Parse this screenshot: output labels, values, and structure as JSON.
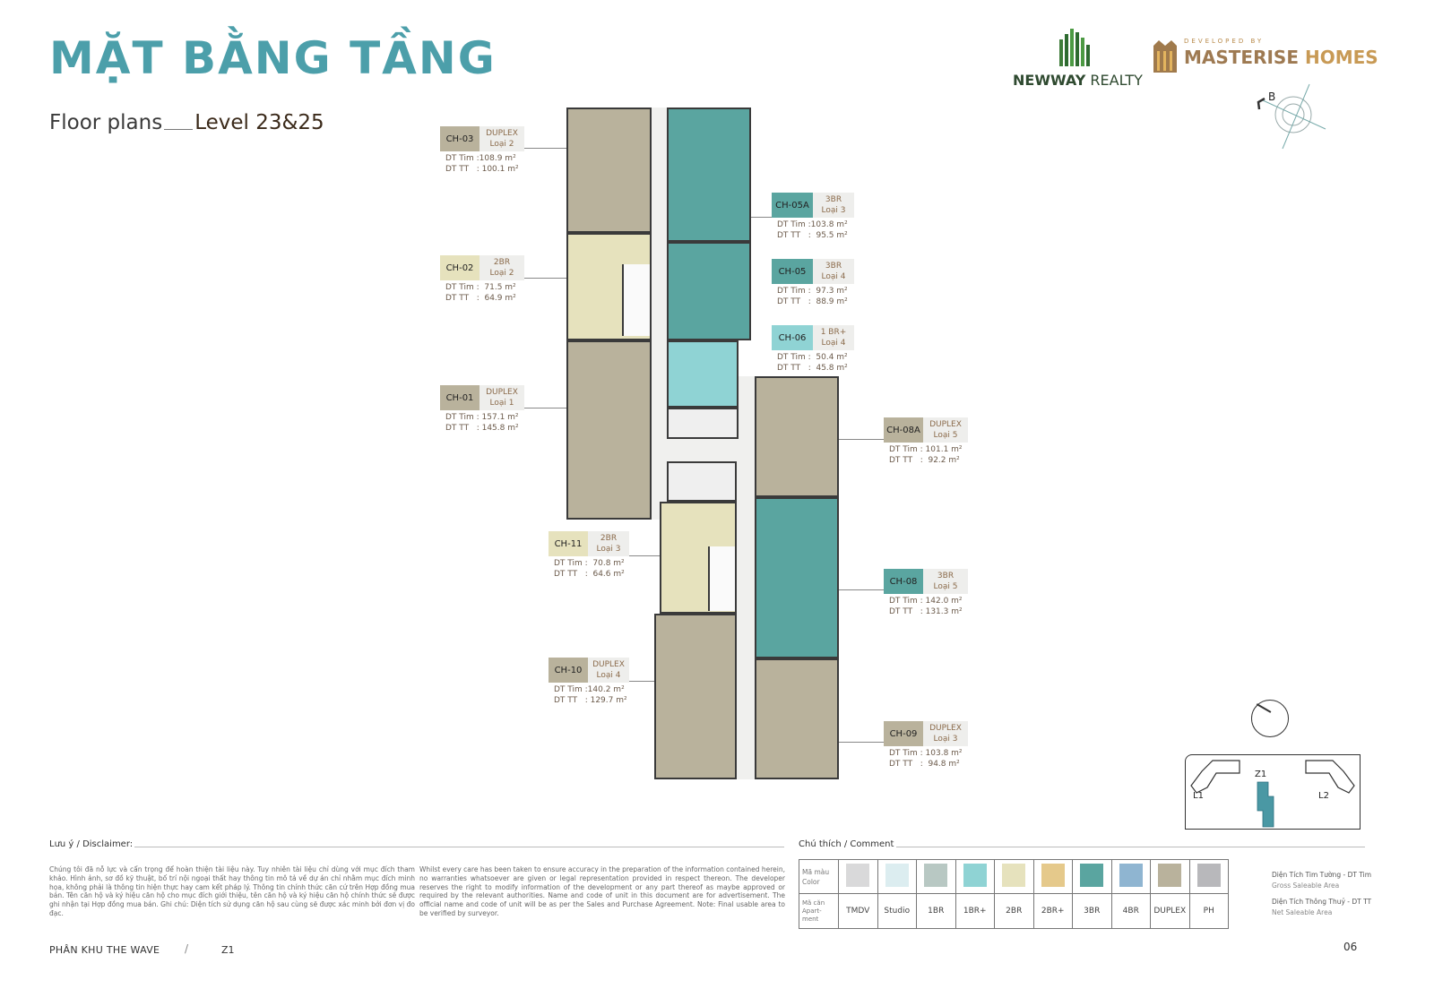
{
  "header": {
    "title": "MẶT BẰNG TẦNG",
    "subtitle_label": "Floor plans",
    "level": "Level 23&25"
  },
  "logos": {
    "newway": {
      "bold": "NEWWAY",
      "light": " REALTY"
    },
    "masterise": {
      "developed_by": "DEVELOPED BY",
      "name_a": "MASTERISE",
      "name_b": " HOMES"
    }
  },
  "orientation": {
    "marker": "B"
  },
  "colors": {
    "title": "#4c9faa",
    "duplex": "#b9b29c",
    "br2": "#e6e2bd",
    "br3": "#5aa5a0",
    "br1plus": "#8fd3d4",
    "tmdv": "#d9d9da",
    "studio": "#dcedf0",
    "br1": "#b8c8c3",
    "br2plus": "#e5c98b",
    "br4": "#8fb5d1",
    "ph": "#b8b8bb"
  },
  "units": [
    {
      "code": "CH-03",
      "type": "DUPLEX",
      "loai": "Loại 2",
      "dt_tim": "DT Tim :108.9 m²",
      "dt_tt": "DT TT   : 100.1 m²",
      "color": "#b9b29c"
    },
    {
      "code": "CH-02",
      "type": "2BR",
      "loai": "Loại 2",
      "dt_tim": "DT Tim :  71.5 m²",
      "dt_tt": "DT TT   :  64.9 m²",
      "color": "#e6e2bd"
    },
    {
      "code": "CH-01",
      "type": "DUPLEX",
      "loai": "Loại 1",
      "dt_tim": "DT Tim : 157.1 m²",
      "dt_tt": "DT TT   : 145.8 m²",
      "color": "#b9b29c"
    },
    {
      "code": "CH-05A",
      "type": "3BR",
      "loai": "Loại 3",
      "dt_tim": "DT Tim :103.8 m²",
      "dt_tt": "DT TT   :  95.5 m²",
      "color": "#5aa5a0"
    },
    {
      "code": "CH-05",
      "type": "3BR",
      "loai": "Loại 4",
      "dt_tim": "DT Tim :  97.3 m²",
      "dt_tt": "DT TT   :  88.9 m²",
      "color": "#5aa5a0"
    },
    {
      "code": "CH-06",
      "type": "1 BR+",
      "loai": "Loại 4",
      "dt_tim": "DT Tim :  50.4 m²",
      "dt_tt": "DT TT   :  45.8 m²",
      "color": "#8fd3d4"
    },
    {
      "code": "CH-08A",
      "type": "DUPLEX",
      "loai": "Loại 5",
      "dt_tim": "DT Tim : 101.1 m²",
      "dt_tt": "DT TT   :  92.2 m²",
      "color": "#b9b29c"
    },
    {
      "code": "CH-11",
      "type": "2BR",
      "loai": "Loại 3",
      "dt_tim": "DT Tim :  70.8 m²",
      "dt_tt": "DT TT   :  64.6 m²",
      "color": "#e6e2bd"
    },
    {
      "code": "CH-08",
      "type": "3BR",
      "loai": "Loại 5",
      "dt_tim": "DT Tim : 142.0 m²",
      "dt_tt": "DT TT   : 131.3 m²",
      "color": "#5aa5a0"
    },
    {
      "code": "CH-10",
      "type": "DUPLEX",
      "loai": "Loại 4",
      "dt_tim": "DT Tim :140.2 m²",
      "dt_tt": "DT TT   : 129.7 m²",
      "color": "#b9b29c"
    },
    {
      "code": "CH-09",
      "type": "DUPLEX",
      "loai": "Loại 3",
      "dt_tim": "DT Tim : 103.8 m²",
      "dt_tt": "DT TT   :  94.8 m²",
      "color": "#b9b29c"
    }
  ],
  "keyplan": {
    "labels": [
      "L1",
      "Z1",
      "L2"
    ]
  },
  "disclaimer": {
    "title": "Lưu ý / Disclaimer:",
    "vi": "Chúng tôi đã nỗ lực và cẩn trọng để hoàn thiện tài liệu này. Tuy nhiên tài liệu chỉ dùng với mục đích tham khảo. Hình ảnh, sơ đồ kỹ thuật, bố trí nội ngoại thất hay thông tin mô tả về dự án chỉ nhằm mục đích minh họa, không phải là thông tin hiện thực hay cam kết pháp lý. Thông tin chính thức căn cứ trên Hợp đồng mua bán. Tên căn hộ và ký hiệu căn hộ cho mục đích giới thiệu, tên căn hộ và ký hiệu căn hộ chính thức sẽ được ghi nhận tại Hợp đồng mua bán. Ghi chú: Diện tích sử dụng căn hộ sau cùng sẽ được xác minh bởi đơn vị đo đạc.",
    "en": "Whilst every care has been taken to ensure accuracy in the preparation of the information contained herein, no warranties whatsoever are given or legal representation provided in respect thereon. The developer reserves the right to modify information of the development or any part thereof as maybe approved or required by the relevant authorities. Name and code of unit in this document are for advertisement. The official name and code of unit will be as per the Sales and Purchase Agreement. Note: Final usable area to be verified by surveyor."
  },
  "comment": {
    "title": "Chú thích / Comment",
    "row_color_label": "Mã màu\nColor",
    "row_name_label": "Mã căn\nApart-\nment",
    "items": [
      {
        "name": "TMDV",
        "color": "#d9d9da"
      },
      {
        "name": "Studio",
        "color": "#dcedf0"
      },
      {
        "name": "1BR",
        "color": "#b8c8c3"
      },
      {
        "name": "1BR+",
        "color": "#8fd3d4"
      },
      {
        "name": "2BR",
        "color": "#e6e2bd"
      },
      {
        "name": "2BR+",
        "color": "#e5c98b"
      },
      {
        "name": "3BR",
        "color": "#5aa5a0"
      },
      {
        "name": "4BR",
        "color": "#8fb5d1"
      },
      {
        "name": "DUPLEX",
        "color": "#b9b29c"
      },
      {
        "name": "PH",
        "color": "#b8b8bb"
      }
    ],
    "defs": [
      {
        "vi": "Diện Tích Tim Tường - DT Tim",
        "en": "Gross Saleable Area"
      },
      {
        "vi": "Diện Tích Thông Thuỷ - DT TT",
        "en": "Net Saleable Area"
      }
    ]
  },
  "footer": {
    "zone": "PHÂN KHU THE WAVE",
    "separator": "/",
    "sub": "Z1",
    "page": "06"
  }
}
